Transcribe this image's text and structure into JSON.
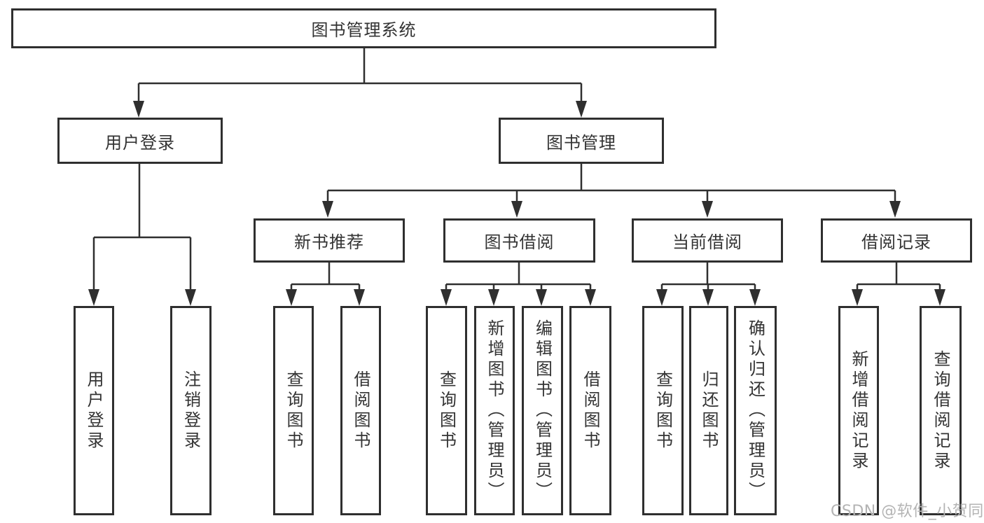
{
  "tree": {
    "root": "图书管理系统",
    "branches": [
      {
        "label": "用户登录",
        "children": [
          "用户登录",
          "注销登录"
        ]
      },
      {
        "label": "图书管理",
        "groups": [
          {
            "label": "新书推荐",
            "children": [
              "查询图书",
              "借阅图书"
            ]
          },
          {
            "label": "图书借阅",
            "children": [
              "查询图书",
              "新增图书（管理员）",
              "编辑图书（管理员）",
              "借阅图书"
            ]
          },
          {
            "label": "当前借阅",
            "children": [
              "查询图书",
              "归还图书",
              "确认归还（管理员）"
            ]
          },
          {
            "label": "借阅记录",
            "children": [
              "新增借阅记录",
              "查询借阅记录"
            ]
          }
        ]
      }
    ]
  },
  "watermark": {
    "text": "CSDN @软件_小贺同学"
  },
  "colors": {
    "line": "#2f2f2f",
    "box_border": "#2f2f2f",
    "text": "#333333",
    "watermark": "#b4b4b4",
    "background": "#ffffff"
  }
}
